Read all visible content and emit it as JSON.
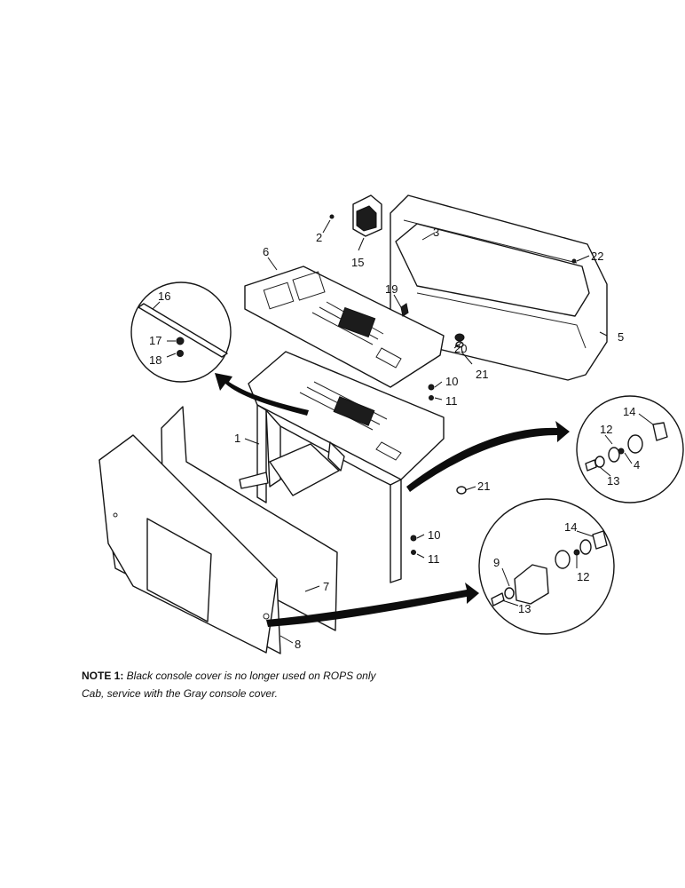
{
  "callouts": {
    "c1": "1",
    "c2": "2",
    "c3": "3",
    "c4": "4",
    "c5": "5",
    "c6": "6",
    "c7": "7",
    "c8": "8",
    "c9": "9",
    "c10a": "10",
    "c10b": "10",
    "c11a": "11",
    "c11b": "11",
    "c12a": "12",
    "c12b": "12",
    "c13a": "13",
    "c13b": "13",
    "c14a": "14",
    "c14b": "14",
    "c15": "15",
    "c16": "16",
    "c17": "17",
    "c18": "18",
    "c19": "19",
    "c20": "20",
    "c21a": "21",
    "c21b": "21",
    "c22": "22"
  },
  "note": {
    "label": "NOTE 1:",
    "line1": " Black console cover is no longer used on ROPS only",
    "line2": "Cab, service with the Gray console cover."
  }
}
